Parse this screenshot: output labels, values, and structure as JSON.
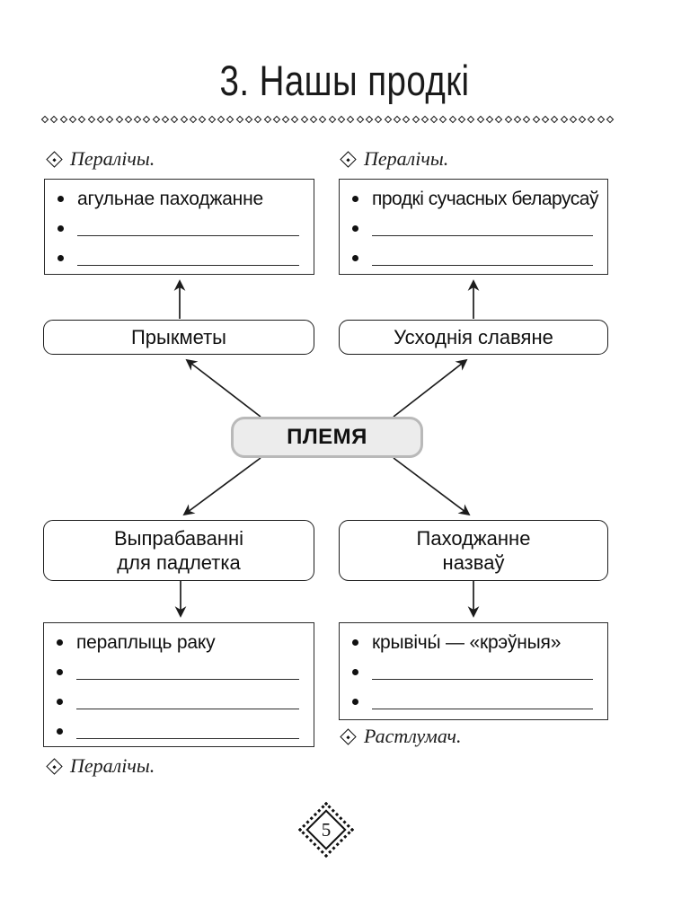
{
  "page": {
    "title": "3. Нашы продкі",
    "page_number": "5"
  },
  "diagram": {
    "center_label": "ПЛЕМЯ",
    "branches": [
      {
        "id": "top-left",
        "label": "Прыкметы",
        "prompt": "Пералічы.",
        "items": [
          "агульнае паходжанне"
        ],
        "blank_lines": 2
      },
      {
        "id": "top-right",
        "label": "Усходнія славяне",
        "prompt": "Пералічы.",
        "items": [
          "продкі сучасных беларусаў"
        ],
        "blank_lines": 2
      },
      {
        "id": "bottom-left",
        "label_lines": [
          "Выпрабаванні",
          "для падлетка"
        ],
        "prompt": "Пералічы.",
        "items": [
          "пераплыць раку"
        ],
        "blank_lines": 3
      },
      {
        "id": "bottom-right",
        "label_lines": [
          "Паходжанне",
          "назваў"
        ],
        "prompt": "Растлумач.",
        "items": [
          "крывічы́ — «крэўныя»"
        ],
        "blank_lines": 2
      }
    ]
  },
  "ornaments": {
    "divider_glyph": "diamond-outline",
    "divider_count": 62,
    "prompt_bullet_glyph": "diamond-with-dot",
    "page_number_ornament": "fringed-diamond-stamp"
  },
  "colors": {
    "text": "#111111",
    "center_node_fill": "#ececec",
    "center_node_border": "#b9b9b9",
    "line": "#1c1c1c",
    "background": "#ffffff"
  }
}
